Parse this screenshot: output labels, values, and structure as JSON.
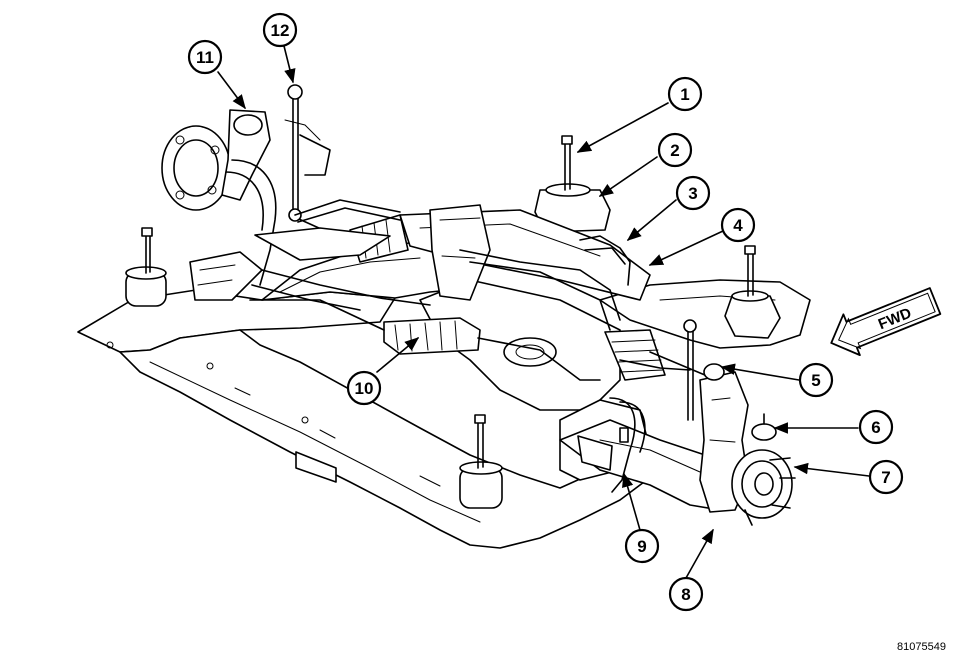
{
  "figure_id": "81075549",
  "direction_label": "FWD",
  "callouts": [
    "1",
    "2",
    "3",
    "4",
    "5",
    "6",
    "7",
    "8",
    "9",
    "10",
    "11",
    "12"
  ]
}
